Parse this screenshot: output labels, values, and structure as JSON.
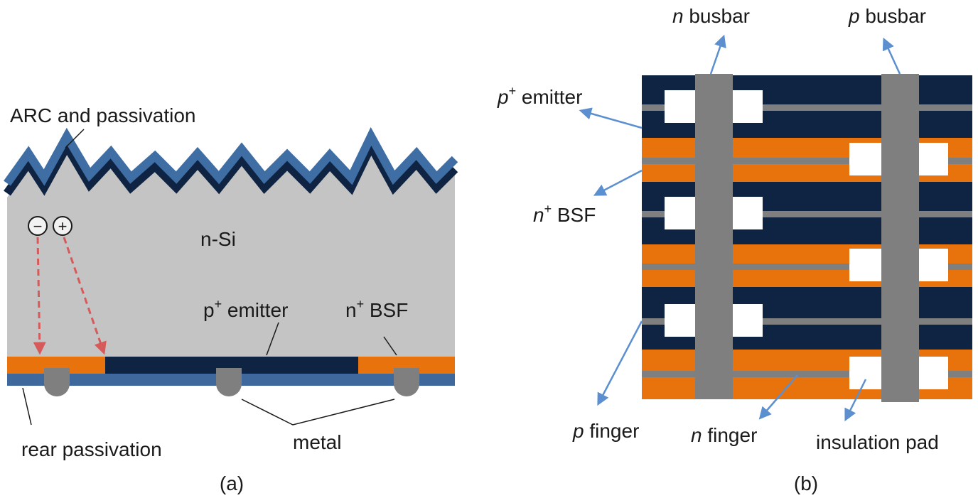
{
  "panel_a": {
    "caption": "(a)",
    "labels": {
      "arc": "ARC and passivation",
      "nsi": "n-Si",
      "emitter_base": "p",
      "emitter_sup": "+",
      "emitter_rest": " emitter",
      "bsf_base": "n",
      "bsf_sup": "+",
      "bsf_rest": " BSF",
      "rear": "rear passivation",
      "metal": "metal"
    },
    "carriers": {
      "electron": "−",
      "hole": "+"
    }
  },
  "panel_b": {
    "caption": "(b)",
    "labels": {
      "n_busbar_italic": "n",
      "n_busbar_rest": " busbar",
      "p_busbar_italic": "p",
      "p_busbar_rest": " busbar",
      "emitter_base": "p",
      "emitter_sup": "+",
      "emitter_rest": " emitter",
      "bsf_base": "n",
      "bsf_sup": "+",
      "bsf_rest": " BSF",
      "p_finger_italic": "p",
      "p_finger_rest": " finger",
      "n_finger_italic": "n",
      "n_finger_rest": " finger",
      "insulation": "insulation pad"
    }
  },
  "colors": {
    "navy": "#0f2443",
    "orange": "#e8730c",
    "gray_si": "#c4c4c4",
    "metal": "#7f7f7f",
    "rear_blue": "#3f689c",
    "arc_light": "#3f6ea5",
    "arrow_blue": "#5b8fd0",
    "carrier_arrow": "#d65a5a"
  }
}
